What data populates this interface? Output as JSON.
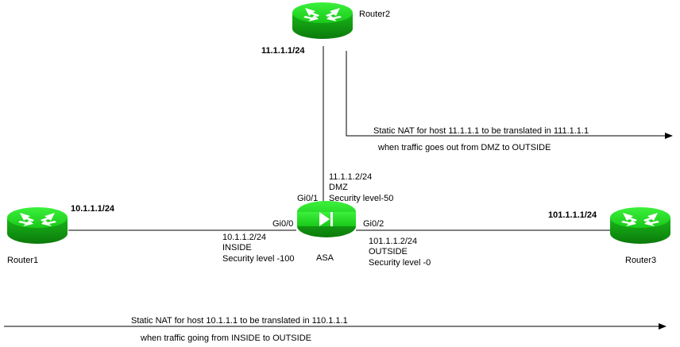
{
  "devices": {
    "router1": {
      "name": "Router1",
      "ip": "10.1.1.1/24"
    },
    "router2": {
      "name": "Router2",
      "ip": "11.1.1.1/24"
    },
    "router3": {
      "name": "Router3",
      "ip": "101.1.1.1/24"
    },
    "asa": {
      "name": "ASA",
      "gi00": "Gi0/0",
      "gi01": "Gi0/1",
      "gi02": "Gi0/2",
      "inside": {
        "ip": "10.1.1.2/24",
        "zone": "INSIDE",
        "security": "Security level -100"
      },
      "dmz": {
        "ip": "11.1.1.2/24",
        "zone": "DMZ",
        "security": "Security level-50"
      },
      "outside": {
        "ip": "101.1.1.2/24",
        "zone": "OUTSIDE",
        "security": "Security level -0"
      }
    }
  },
  "notes": {
    "dmz_nat_line1": "Static NAT for host 11.1.1.1 to be translated in 111.1.1.1",
    "dmz_nat_line2": "when traffic goes out from DMZ to OUTSIDE",
    "inside_nat_line1": "Static NAT for host 10.1.1.1 to be translated in 110.1.1.1",
    "inside_nat_line2": "when traffic going from INSIDE to OUTSIDE"
  },
  "colors": {
    "device_green": "#22dd22",
    "device_dark": "#0f8f0f",
    "line": "#000000"
  }
}
